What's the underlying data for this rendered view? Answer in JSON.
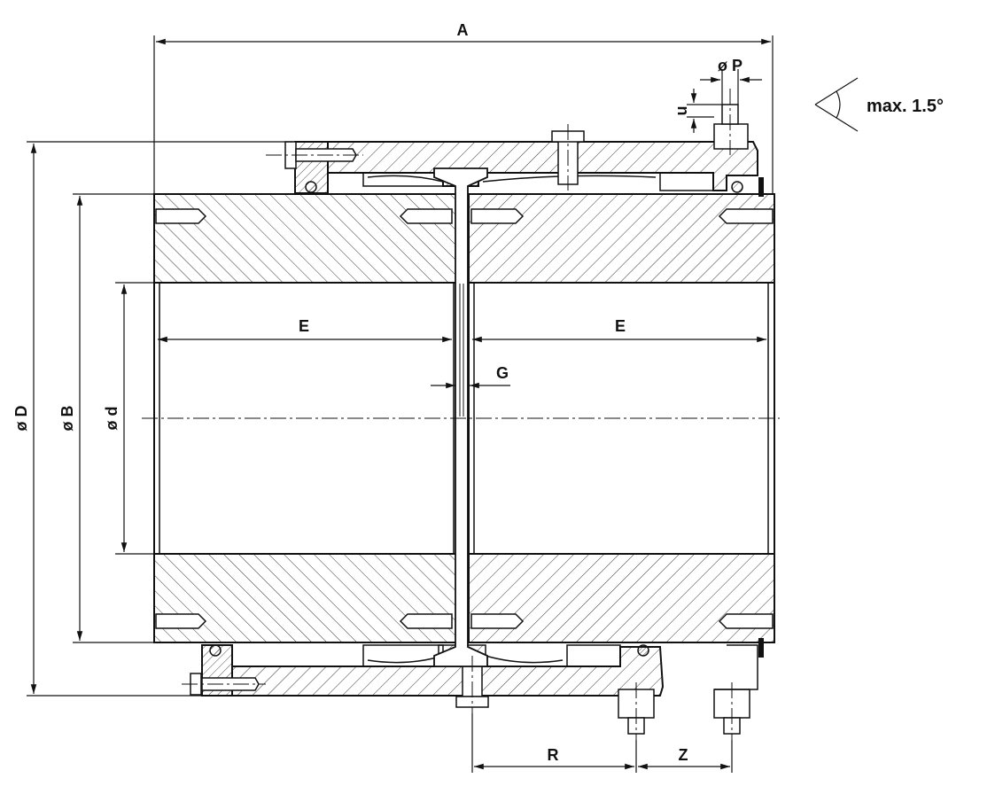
{
  "drawing": {
    "dimensions": {
      "A": "A",
      "D": "ø D",
      "B": "ø B",
      "d": "ø d",
      "E_left": "E",
      "E_right": "E",
      "G": "G",
      "P": "ø P",
      "u": "u",
      "R": "R",
      "Z": "Z"
    },
    "angle_note": "max. 1.5°"
  },
  "colors": {
    "line": "#111111",
    "background": "#ffffff"
  }
}
